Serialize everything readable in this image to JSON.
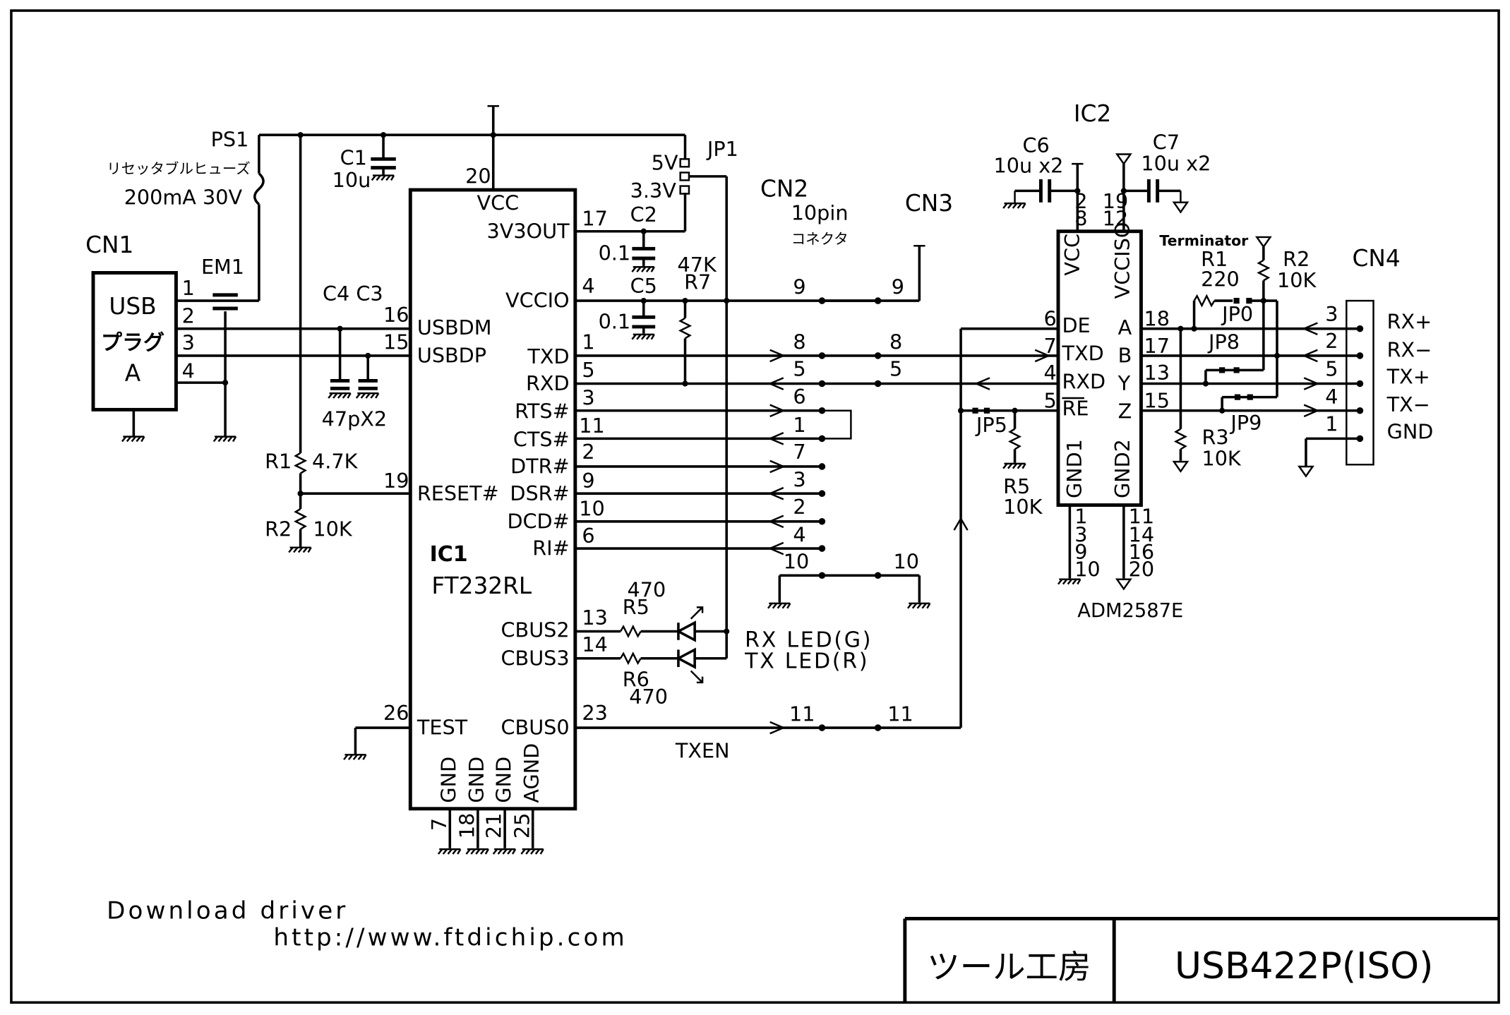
{
  "connectors": {
    "cn1": {
      "ref": "CN1",
      "body": [
        "USB",
        "プラグ",
        "A"
      ],
      "pins": [
        "1",
        "2",
        "3",
        "4"
      ]
    },
    "cn2": {
      "ref": "CN2",
      "desc1": "10pin",
      "desc2": "コネクタ"
    },
    "cn3": {
      "ref": "CN3"
    },
    "cn4": {
      "ref": "CN4",
      "pins": [
        "3",
        "2",
        "5",
        "4",
        "1"
      ],
      "labels": [
        "RX+",
        "RX−",
        "TX+",
        "TX−",
        "GND"
      ]
    }
  },
  "parts": {
    "ps1": {
      "ref": "PS1",
      "desc": "リセッタブルヒューズ",
      "rating": "200mA 30V"
    },
    "em1": {
      "ref": "EM1"
    },
    "c1": {
      "ref": "C1",
      "value": "10u"
    },
    "c4c3": {
      "ref": "C4  C3",
      "value": "47pX2"
    },
    "r1": {
      "ref": "R1",
      "value": "4.7K"
    },
    "r2": {
      "ref": "R2",
      "value": "10K"
    },
    "c2": {
      "ref": "C2",
      "value": "0.1"
    },
    "c5": {
      "ref": "C5",
      "value": "0.1"
    },
    "r7": {
      "ref": "R7",
      "value": "47K"
    },
    "jp1": {
      "ref": "JP1",
      "opt1": "5V",
      "opt2": "3.3V"
    },
    "r5": {
      "ref": "R5",
      "value": "470"
    },
    "r6": {
      "ref": "R6",
      "value": "470"
    },
    "leds": {
      "rx": "RX LED(G)",
      "tx": "TX LED(R)"
    },
    "txen": "TXEN",
    "c6": {
      "ref": "C6",
      "value": "10u x2"
    },
    "c7": {
      "ref": "C7",
      "value": "10u x2"
    },
    "terminator": "Terminator",
    "ir1": {
      "ref": "R1",
      "value": "220"
    },
    "ir2": {
      "ref": "R2",
      "value": "10K"
    },
    "ir3": {
      "ref": "R3",
      "value": "10K"
    },
    "ir5": {
      "ref": "R5",
      "value": "10K"
    },
    "jp0": "JP0",
    "jp8": "JP8",
    "jp9": "JP9",
    "jp5": "JP5"
  },
  "ic1": {
    "ref": "IC1",
    "part": "FT232RL",
    "left_pins": [
      {
        "num": "16",
        "name": "USBDM"
      },
      {
        "num": "15",
        "name": "USBDP"
      },
      {
        "num": "19",
        "name": "RESET#"
      },
      {
        "num": "26",
        "name": "TEST"
      }
    ],
    "top_pin": {
      "num": "20",
      "name": "VCC"
    },
    "right_pins": [
      {
        "num": "17",
        "name": "3V3OUT"
      },
      {
        "num": "4",
        "name": "VCCIO"
      },
      {
        "num": "1",
        "name": "TXD"
      },
      {
        "num": "5",
        "name": "RXD"
      },
      {
        "num": "3",
        "name": "RTS#"
      },
      {
        "num": "11",
        "name": "CTS#"
      },
      {
        "num": "2",
        "name": "DTR#"
      },
      {
        "num": "9",
        "name": "DSR#"
      },
      {
        "num": "10",
        "name": "DCD#"
      },
      {
        "num": "6",
        "name": "RI#"
      },
      {
        "num": "13",
        "name": "CBUS2"
      },
      {
        "num": "14",
        "name": "CBUS3"
      },
      {
        "num": "23",
        "name": "CBUS0"
      }
    ],
    "bottom_pins": [
      {
        "num": "7",
        "name": "GND"
      },
      {
        "num": "18",
        "name": "GND"
      },
      {
        "num": "21",
        "name": "GND"
      },
      {
        "num": "25",
        "name": "AGND"
      }
    ]
  },
  "cn2_pins": [
    "9",
    "8",
    "5",
    "6",
    "1",
    "7",
    "3",
    "2",
    "4",
    "10",
    "11"
  ],
  "cn3_pins": [
    "9",
    "8",
    "5",
    "10",
    "11"
  ],
  "ic2": {
    "ref": "IC2",
    "part": "ADM2587E",
    "top_left": {
      "nums": [
        "2",
        "8"
      ],
      "name": "VCC"
    },
    "top_right": {
      "nums": [
        "19",
        "12"
      ],
      "name": "VCCISO"
    },
    "left_pins": [
      {
        "num": "6",
        "name": "DE"
      },
      {
        "num": "7",
        "name": "TXD"
      },
      {
        "num": "4",
        "name": "RXD"
      },
      {
        "num": "5",
        "name": "RE"
      }
    ],
    "right_pins": [
      {
        "num": "18",
        "name": "A"
      },
      {
        "num": "17",
        "name": "B"
      },
      {
        "num": "13",
        "name": "Y"
      },
      {
        "num": "15",
        "name": "Z"
      }
    ],
    "gnd1": {
      "name": "GND1",
      "nums": [
        "1",
        "3",
        "9",
        "10"
      ]
    },
    "gnd2": {
      "name": "GND2",
      "nums": [
        "11",
        "14",
        "16",
        "20"
      ]
    }
  },
  "footer": {
    "download_label": "Download driver",
    "url": "http://www.ftdichip.com",
    "brand": "ツール工房",
    "product": "USB422P(ISO)"
  }
}
